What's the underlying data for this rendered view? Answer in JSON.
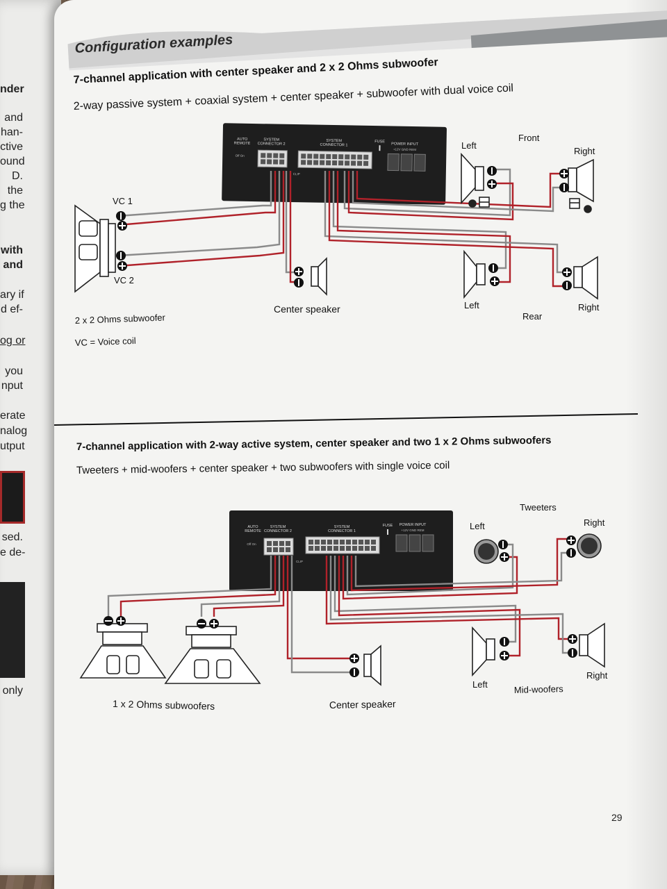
{
  "left_page": {
    "lines": [
      "nder",
      "and",
      "han-",
      "ctive",
      "ound",
      "D.",
      "the",
      "g the",
      "with",
      "and",
      "ary if",
      "d ef-",
      "og or",
      "you",
      "nput",
      "erate",
      "nalog",
      "utput",
      "sed.",
      "e de-",
      "only"
    ]
  },
  "header": {
    "section_title": "Configuration examples"
  },
  "diagram1": {
    "title": "7-channel application with center speaker and 2 x 2 Ohms subwoofer",
    "subtitle": "2-way passive system + coaxial system + center speaker + subwoofer with dual voice coil",
    "amp": {
      "auto_remote": "AUTO\nREMOTE",
      "sys_conn2": "SYSTEM\nCONNECTOR 2",
      "off_on": "Off  On",
      "clip": "CLIP",
      "sys_conn1": "SYSTEM\nCONNECTOR 1",
      "fuse": "FUSE",
      "power_input": "POWER INPUT",
      "power_pins": "+12V   GND   REM"
    },
    "labels": {
      "vc1": "VC 1",
      "vc2": "VC 2",
      "front": "Front",
      "front_left": "Left",
      "front_right": "Right",
      "rear": "Rear",
      "rear_left": "Left",
      "rear_right": "Right",
      "center": "Center speaker",
      "subwoofer": "2 x 2 Ohms subwoofer",
      "vc_note": "VC = Voice coil"
    }
  },
  "diagram2": {
    "title": "7-channel application with 2-way active system, center speaker and two 1 x 2 Ohms subwoofers",
    "subtitle": "Tweeters + mid-woofers + center speaker + two subwoofers with single voice coil",
    "labels": {
      "tweeters": "Tweeters",
      "tw_left": "Left",
      "tw_right": "Right",
      "mid_woofers": "Mid-woofers",
      "mw_left": "Left",
      "mw_right": "Right",
      "center": "Center speaker",
      "subwoofers": "1 x 2 Ohms subwoofers"
    }
  },
  "footer": {
    "page_number": "29"
  },
  "colors": {
    "wire_red": "#b0222a",
    "wire_gray": "#8a8a8a",
    "amp_body": "#1e1e1e",
    "header_bar": "#8f9294"
  }
}
